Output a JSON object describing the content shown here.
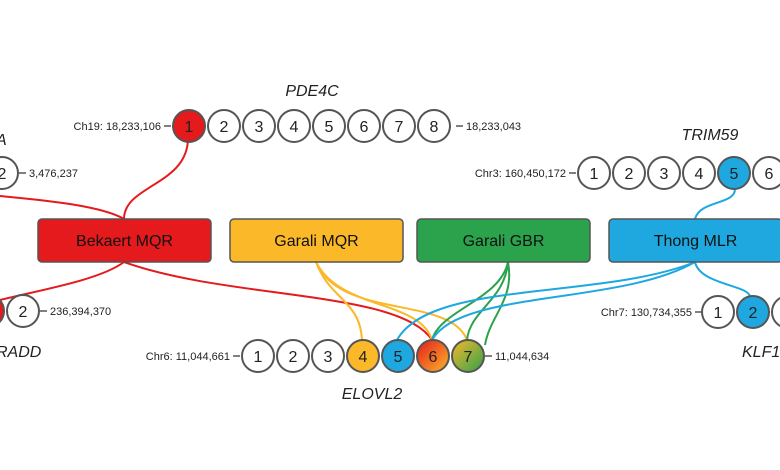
{
  "genes": {
    "pde4c": {
      "name": "PDE4C",
      "start": "Ch19: 18,233,106",
      "end": "18,233,043",
      "sites": [
        "1",
        "2",
        "3",
        "4",
        "5",
        "6",
        "7",
        "8"
      ]
    },
    "trim59": {
      "name": "TRIM59",
      "start": "Chr3: 160,450,172",
      "sites": [
        "1",
        "2",
        "3",
        "4",
        "5",
        "6"
      ]
    },
    "elovl2": {
      "name": "ELOVL2",
      "start": "Chr6: 11,044,661",
      "end": "11,044,634",
      "sites": [
        "1",
        "2",
        "3",
        "4",
        "5",
        "6",
        "7"
      ]
    },
    "klf14": {
      "name": "KLF1",
      "start": "Chr7: 130,734,355",
      "sites": [
        "1",
        "2"
      ]
    },
    "left_top": {
      "name": "A",
      "end": "3,476,237",
      "sites": [
        "2"
      ]
    },
    "left_bottom": {
      "name": "RADD",
      "end": "236,394,370",
      "sites": [
        "2"
      ]
    }
  },
  "models": [
    {
      "id": "bekaert",
      "label": "Bekaert MQR",
      "color": "#e41a1c"
    },
    {
      "id": "garali_mqr",
      "label": "Garali MQR",
      "color": "#fbb829"
    },
    {
      "id": "garali_gbr",
      "label": "Garali GBR",
      "color": "#2ba24c"
    },
    {
      "id": "thong",
      "label": "Thong MLR",
      "color": "#1fa8e0"
    }
  ],
  "colors": {
    "bekaert": "#e41a1c",
    "garali_mqr": "#fbb829",
    "garali_gbr": "#2ba24c",
    "thong": "#1fa8e0",
    "circle_stroke": "#555555"
  }
}
